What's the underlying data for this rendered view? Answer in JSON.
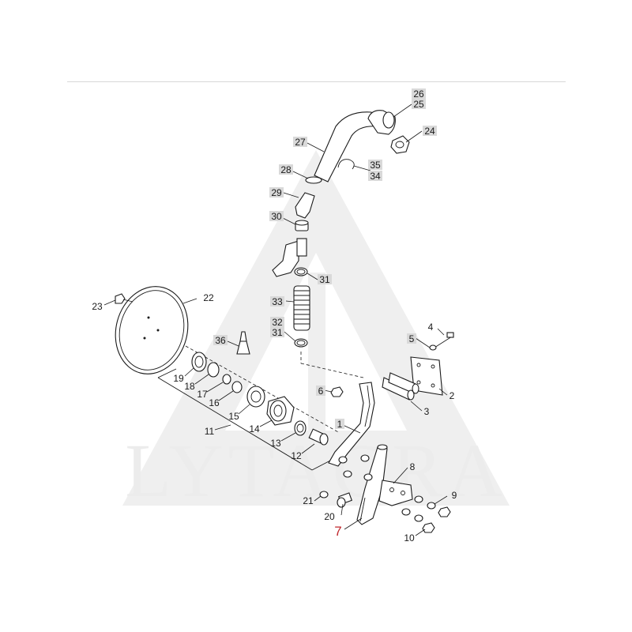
{
  "watermark": {
    "text": "LYTAGRA"
  },
  "labels": {
    "p1": "1",
    "p2": "2",
    "p3": "3",
    "p4": "4",
    "p5": "5",
    "p6": "6",
    "p7": "7",
    "p8": "8",
    "p9": "9",
    "p10": "10",
    "p11": "11",
    "p12": "12",
    "p13": "13",
    "p14": "14",
    "p15": "15",
    "p16": "16",
    "p17": "17",
    "p18": "18",
    "p19": "19",
    "p20": "20",
    "p21": "21",
    "p22": "22",
    "p23": "23",
    "p24": "24",
    "p25": "25",
    "p26": "26",
    "p27": "27",
    "p28": "28",
    "p29": "29",
    "p30": "30",
    "p31a": "31",
    "p31b": "31",
    "p32": "32",
    "p33": "33",
    "p34": "34",
    "p35": "35",
    "p36": "36"
  },
  "colors": {
    "highlight_box": "#d9d9d9",
    "callout_red": "#c0282d",
    "watermark": "#efefef"
  }
}
